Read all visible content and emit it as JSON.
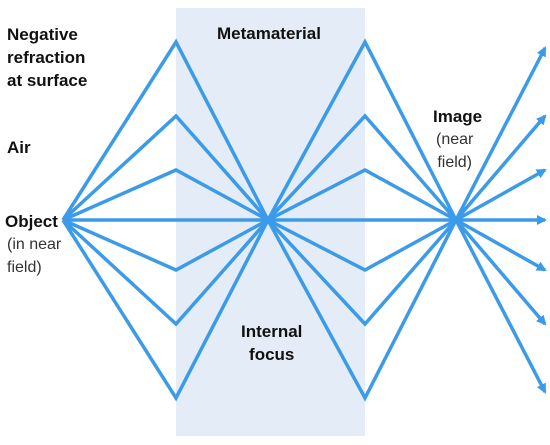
{
  "colors": {
    "ray": "#3c9be8",
    "slab": "#e3ecf7",
    "text": "#111111",
    "subtext": "#333333"
  },
  "labels": {
    "negative_refraction": [
      "Negative",
      "refraction",
      "at surface"
    ],
    "air": "Air",
    "object": "Object",
    "object_note": [
      "(in near",
      "field)"
    ],
    "metamaterial": "Metamaterial",
    "internal_focus": [
      "Internal",
      "focus"
    ],
    "image": "Image",
    "image_note": [
      "(near",
      "field)"
    ]
  }
}
